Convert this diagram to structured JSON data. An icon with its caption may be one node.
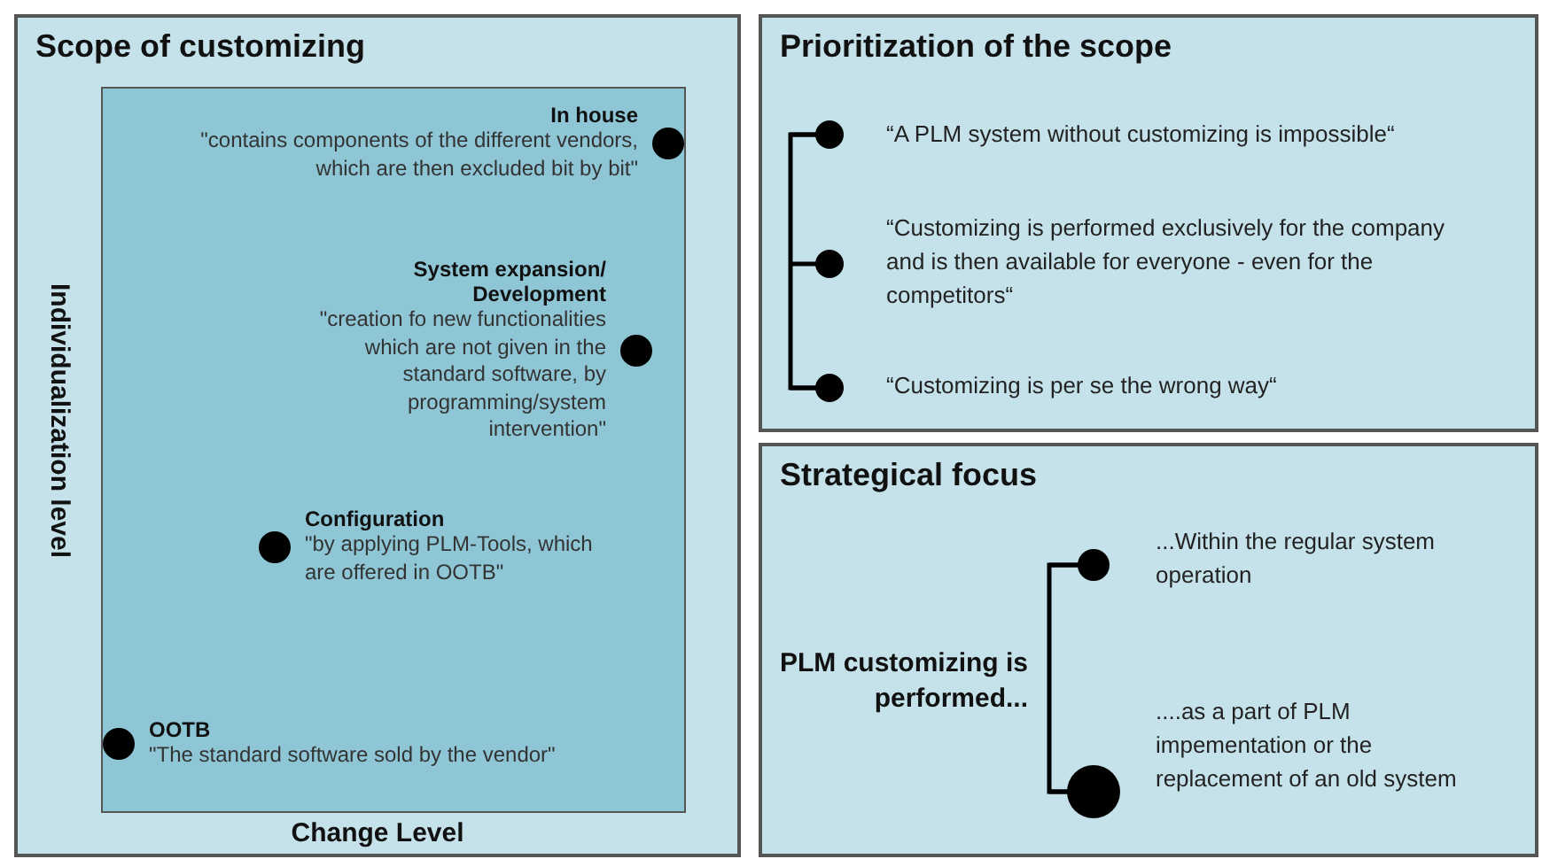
{
  "diagram": {
    "nodes": [
      {
        "text": [
          "Scope of customizing"
        ]
      },
      {
        "text": [],
        "shape": "box",
        "in": 0
      },
      {
        "text": [
          "In house",
          "\"contains components of the different vendors, which are then excluded bit by bit\""
        ],
        "in": 1
      },
      {
        "text": [
          "System expansion/ Development",
          "\"creation fo new functionalities which are not given in the standard software, by programming/system intervention\""
        ],
        "in": 1
      },
      {
        "text": [
          "Configuration",
          "\"by applying PLM-Tools, which are offered in OOTB\""
        ],
        "in": 1
      },
      {
        "text": [
          "OOTB",
          "\"The standard software sold by the vendor\""
        ],
        "in": 1
      },
      {
        "text": [
          "Prioritization of the scope"
        ]
      },
      {
        "text": [
          "Strategical focus"
        ]
      }
    ],
    "labels": [
      "Individualization level",
      "Change Level",
      "“A PLM system without customizing is impossible“",
      "“Customizing is performed exclusively for the company and is then available for everyone - even for the competitors“",
      "“Customizing is per se the wrong way“",
      "...Within the regular system operation",
      "PLM customizing is performed...",
      "....as a part of PLM impementation or the replacement of an old system"
    ]
  }
}
